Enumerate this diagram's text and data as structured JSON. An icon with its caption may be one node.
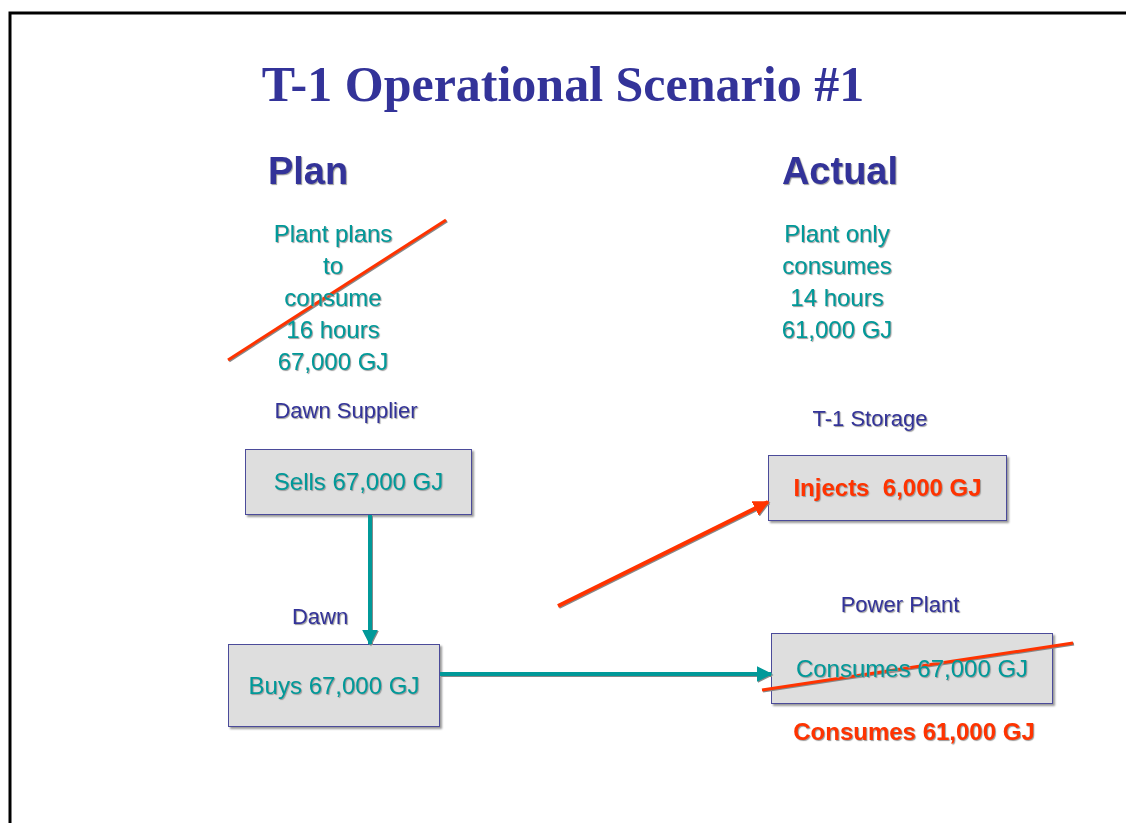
{
  "diagram": {
    "title": "T-1 Operational Scenario #1",
    "nodes": [
      {
        "text": [
          "Dawn Supplier",
          "Sells 67,000 GJ"
        ]
      },
      {
        "text": [
          "Dawn",
          "Buys 67,000 GJ"
        ]
      },
      {
        "text": [
          "T-1 Storage",
          "Injects  6,000 GJ"
        ]
      },
      {
        "text": [
          "Power Plant",
          "Consumes 67,000 GJ"
        ],
        "beside": [
          "Consumes 61,000 GJ"
        ]
      }
    ],
    "edges": [
      {
        "from": 0,
        "to": 1,
        "arrow": "to"
      },
      {
        "from": 1,
        "to": 3,
        "arrow": "to"
      },
      {
        "from": null,
        "to": 2,
        "arrow": "to",
        "color": "#ff3300"
      }
    ],
    "labels": [
      "Plan",
      "Actual",
      "Plant plans to consume 16 hours 67,000 GJ",
      "Plant only consumes 14 hours 61,000 GJ"
    ]
  }
}
